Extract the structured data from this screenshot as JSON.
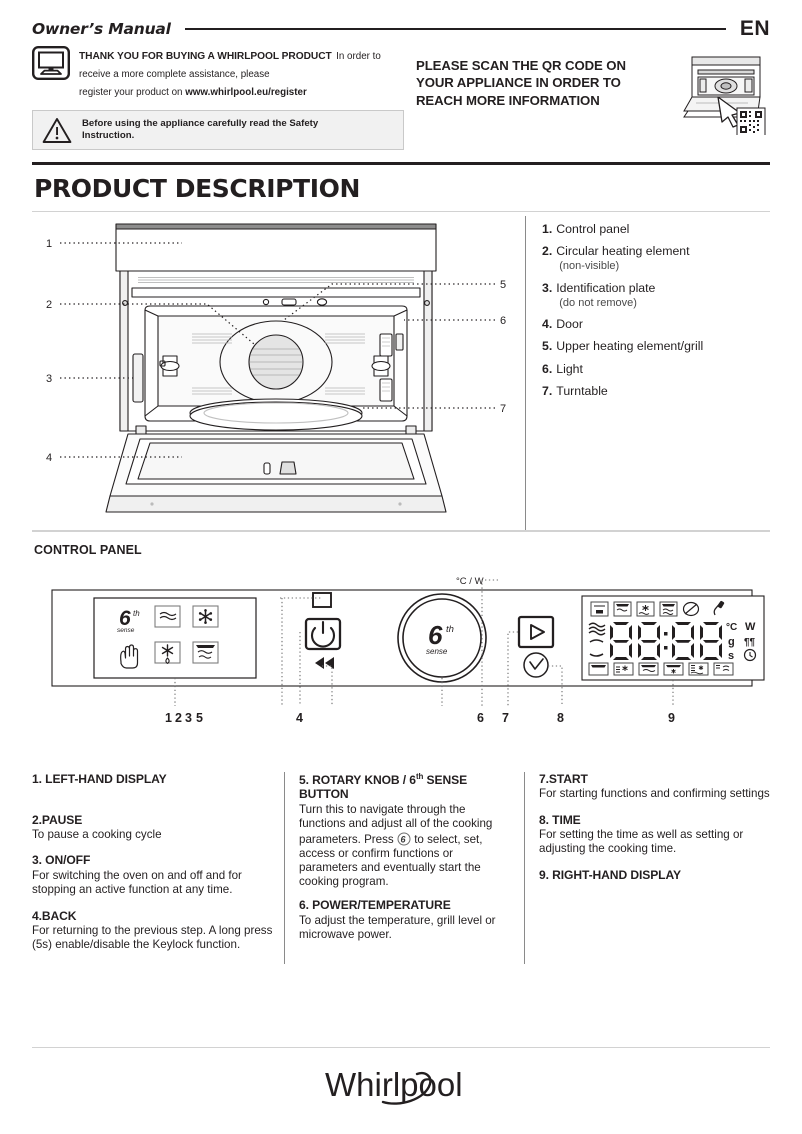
{
  "header": {
    "owners_manual": "Owner’s Manual",
    "language": "EN",
    "thank_you_title": "THANK YOU FOR BUYING A WHIRLPOOL PRODUCT",
    "thank_you_line1": "In order to receive a more complete assistance, please",
    "thank_you_line2_prefix": "register your product on ",
    "thank_you_url": "www.whirlpool.eu/register",
    "safety_line1": "Before using the appliance carefully read the Safety",
    "safety_line2": "Instruction.",
    "qr_line1": "PLEASE SCAN THE QR CODE ON",
    "qr_line2": "YOUR APPLIANCE IN ORDER TO",
    "qr_line3": "REACH MORE INFORMATION",
    "monitor_icon": "monitor-icon",
    "warning_icon": "warning-triangle-icon",
    "qr_icon": "qr-code-appliance-icon"
  },
  "product_description": {
    "title": "PRODUCT DESCRIPTION",
    "figure_callouts": [
      "1",
      "2",
      "3",
      "4",
      "5",
      "6",
      "7"
    ],
    "legend": [
      {
        "num": "1.",
        "label": "Control panel",
        "note": ""
      },
      {
        "num": "2.",
        "label": "Circular heating element",
        "note": "(non-visible)"
      },
      {
        "num": "3.",
        "label": "Identification plate",
        "note": "(do not remove)"
      },
      {
        "num": "4.",
        "label": "Door",
        "note": ""
      },
      {
        "num": "5.",
        "label": "Upper heating element/grill",
        "note": ""
      },
      {
        "num": "6.",
        "label": "Light",
        "note": ""
      },
      {
        "num": "7.",
        "label": "Turntable",
        "note": ""
      }
    ]
  },
  "control_panel": {
    "title": "CONTROL PANEL",
    "unit_label": "°C / W",
    "callout_numbers": [
      "1",
      "2",
      "3",
      "5",
      "4",
      "6",
      "7",
      "8",
      "9"
    ],
    "left_display_icons": [
      "sixth-sense-icon",
      "steam-icon",
      "snowflake-icon",
      "manual-hand-icon",
      "defrost-drop-icon",
      "grill-icon"
    ],
    "buttons": {
      "pause_icon": "pause-square-icon",
      "onoff_icon": "power-icon",
      "back_icon": "back-arrows-icon",
      "knob_icon": "sixth-sense-knob-icon",
      "start_icon": "start-play-icon",
      "time_icon": "clock-icon"
    },
    "right_display": {
      "digits": "88:88",
      "units_left": [
        "°C",
        "g",
        "s"
      ],
      "units_right": [
        "W",
        "¶¶",
        "⊙"
      ],
      "top_icons": [
        "bake-icon",
        "grill-icon",
        "fan-snow-icon",
        "fan-grill-icon",
        "eco-icon",
        "probe-icon"
      ],
      "bottom_icons": [
        "bottom-heat-icon",
        "fan-defrost-icon",
        "grill-small-icon",
        "turbo-grill-icon",
        "fan-bake-icon",
        "steam-bake-icon"
      ],
      "wave_icons": [
        "microwave-wave-icon",
        "grill-line-icon",
        "bottom-line-icon"
      ]
    },
    "legend": [
      {
        "num": "1.",
        "head": "LEFT-HAND DISPLAY",
        "body": ""
      },
      {
        "num": "2.",
        "head": "PAUSE",
        "body": "To pause a cooking cycle"
      },
      {
        "num": "3.",
        "head": "ON/OFF",
        "body": "For switching the oven on and off and for stopping an active function at any time."
      },
      {
        "num": "4.",
        "head": "BACK",
        "body": "For returning to the previous step. A long press (5s) enable/disable the Keylock function."
      },
      {
        "num": "5.",
        "head": "ROTARY KNOB / 6th SENSE BUTTON",
        "body_pre": "Turn this to navigate through the functions and adjust all of the cooking parameters. Press",
        "body_post": "to select, set, access or confirm functions or parameters and eventually start the cooking program."
      },
      {
        "num": "6.",
        "head": "POWER/TEMPERATURE",
        "body": "To adjust the temperature, grill level or microwave power."
      },
      {
        "num": "7.",
        "head": "START",
        "body": "For starting functions and confirming settings"
      },
      {
        "num": "8.",
        "head": "TIME",
        "body": "For setting the time as well as setting or adjusting the cooking time."
      },
      {
        "num": "9.",
        "head": "RIGHT-HAND DISPLAY",
        "body": ""
      }
    ]
  },
  "footer": {
    "brand": "Whirlpool"
  },
  "colors": {
    "ink": "#231f20",
    "rule": "#d2d2d2",
    "panel_bg": "#f1f1f1",
    "grey_line": "#8a8a8a"
  }
}
